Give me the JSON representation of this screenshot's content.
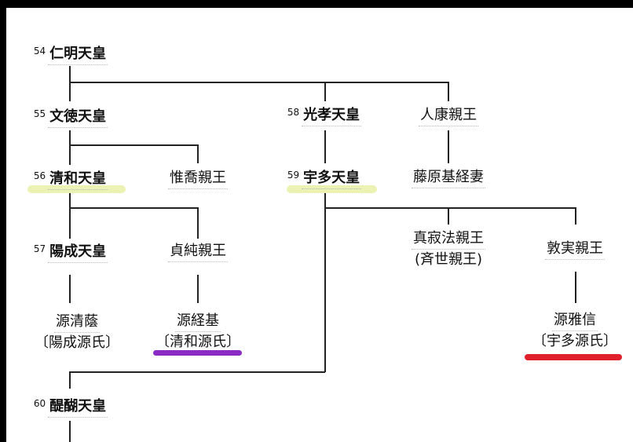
{
  "colors": {
    "highlight": "#e6efa0",
    "purple": "#8a2bc4",
    "red": "#e0202a"
  },
  "nodes": {
    "ninmyo": {
      "num": "54",
      "name": "仁明天皇"
    },
    "montoku": {
      "num": "55",
      "name": "文徳天皇"
    },
    "seiwa": {
      "num": "56",
      "name": "清和天皇"
    },
    "koretaka": {
      "name": "惟喬親王"
    },
    "yozei": {
      "num": "57",
      "name": "陽成天皇"
    },
    "sadazumi": {
      "name": "貞純親王"
    },
    "kiyokage": {
      "name": "源清蔭",
      "sub": "〔陽成源氏〕"
    },
    "tsunemoto": {
      "name": "源経基",
      "sub": "〔清和源氏〕"
    },
    "koko": {
      "num": "58",
      "name": "光孝天皇"
    },
    "saneyasu": {
      "name": "人康親王"
    },
    "uda": {
      "num": "59",
      "name": "宇多天皇"
    },
    "mototsune_wife": {
      "name": "藤原基経妻"
    },
    "shinjaku": {
      "name": "真寂法親王",
      "sub": "(斉世親王)"
    },
    "atsumi": {
      "name": "敦実親王"
    },
    "masanobu": {
      "name": "源雅信",
      "sub": "〔宇多源氏〕"
    },
    "daigo": {
      "num": "60",
      "name": "醍醐天皇"
    }
  }
}
